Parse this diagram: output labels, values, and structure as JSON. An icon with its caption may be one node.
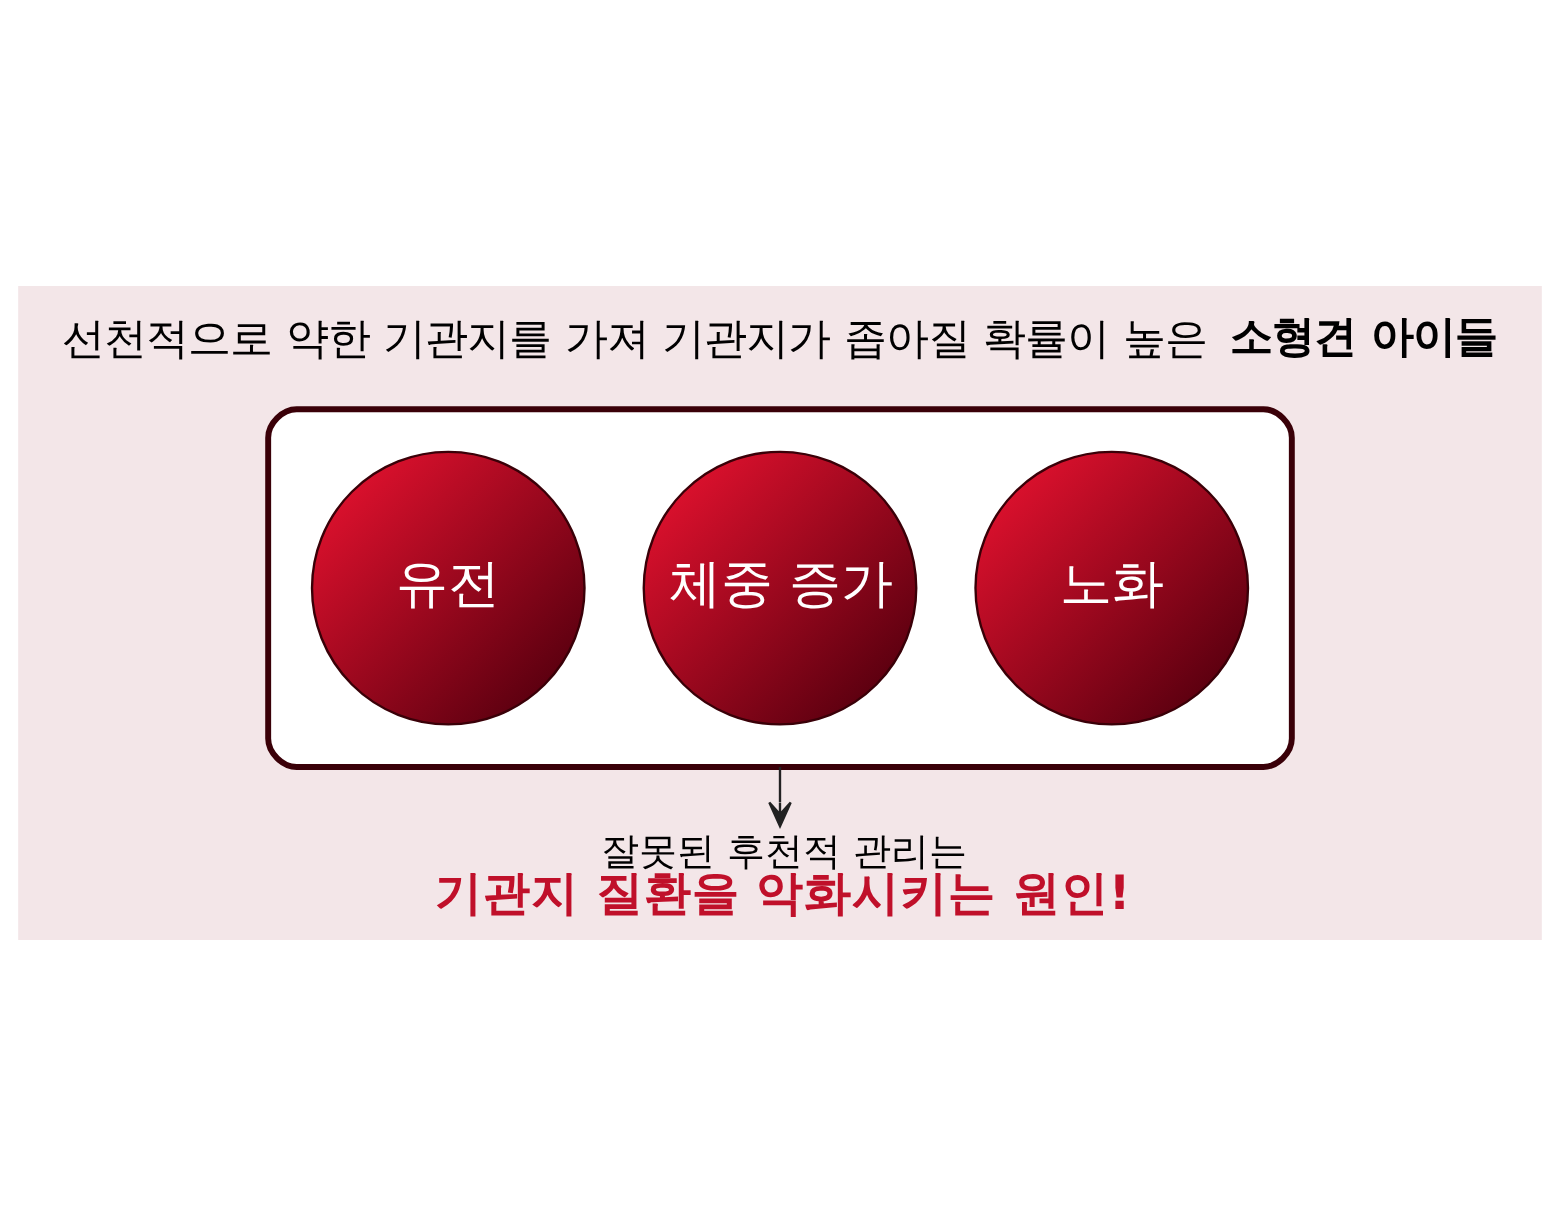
{
  "diagram": {
    "title": "선천적으로 약한 기관지를 가져 기관지가 좁아질 확률이 높은 **소형견 아이들**",
    "nodes": [
      {
        "text": [],
        "shape": "box"
      },
      {
        "text": [
          "유전"
        ],
        "in": 0
      },
      {
        "text": [
          "체중 증가"
        ],
        "in": 0
      },
      {
        "text": [
          "노화"
        ],
        "in": 0
      },
      {
        "text": [
          "잘못된 후천적 관리는",
          "기관지 질환을 악화시키는 원인!"
        ]
      }
    ],
    "edges": [
      {
        "from": 0,
        "to": 4,
        "arrow": "to"
      }
    ]
  }
}
